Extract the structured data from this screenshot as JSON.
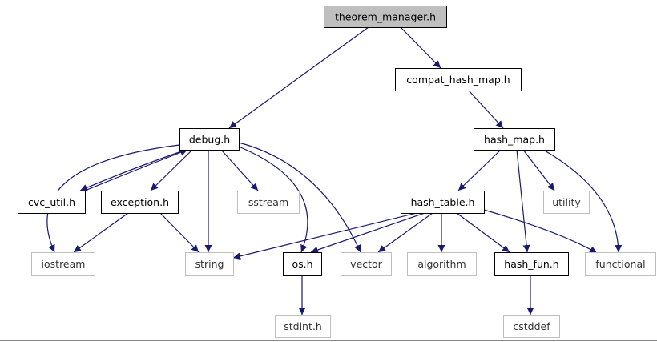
{
  "diagram": {
    "kind": "include-dependency-graph",
    "colors": {
      "root_fill": "#bfbfbf",
      "internal_border": "#000000",
      "external_border": "#bfbfbf",
      "edge": "#191970"
    },
    "nodes": [
      {
        "id": "theorem_manager",
        "label": "theorem_manager.h",
        "type": "root"
      },
      {
        "id": "compat_hash_map",
        "label": "compat_hash_map.h",
        "type": "internal"
      },
      {
        "id": "debug",
        "label": "debug.h",
        "type": "internal"
      },
      {
        "id": "hash_map",
        "label": "hash_map.h",
        "type": "internal"
      },
      {
        "id": "cvc_util",
        "label": "cvc_util.h",
        "type": "internal"
      },
      {
        "id": "exception",
        "label": "exception.h",
        "type": "internal"
      },
      {
        "id": "sstream",
        "label": "sstream",
        "type": "external"
      },
      {
        "id": "hash_table",
        "label": "hash_table.h",
        "type": "internal"
      },
      {
        "id": "utility",
        "label": "utility",
        "type": "external"
      },
      {
        "id": "iostream",
        "label": "iostream",
        "type": "external"
      },
      {
        "id": "string",
        "label": "string",
        "type": "external"
      },
      {
        "id": "os",
        "label": "os.h",
        "type": "internal"
      },
      {
        "id": "vector",
        "label": "vector",
        "type": "external"
      },
      {
        "id": "algorithm",
        "label": "algorithm",
        "type": "external"
      },
      {
        "id": "hash_fun",
        "label": "hash_fun.h",
        "type": "internal"
      },
      {
        "id": "functional",
        "label": "functional",
        "type": "external"
      },
      {
        "id": "stdint",
        "label": "stdint.h",
        "type": "external"
      },
      {
        "id": "cstddef",
        "label": "cstddef",
        "type": "external"
      }
    ],
    "edges": [
      {
        "from": "theorem_manager",
        "to": "debug"
      },
      {
        "from": "theorem_manager",
        "to": "compat_hash_map"
      },
      {
        "from": "compat_hash_map",
        "to": "hash_map"
      },
      {
        "from": "debug",
        "to": "iostream"
      },
      {
        "from": "debug",
        "to": "cvc_util"
      },
      {
        "from": "cvc_util",
        "to": "debug"
      },
      {
        "from": "debug",
        "to": "exception"
      },
      {
        "from": "debug",
        "to": "string"
      },
      {
        "from": "debug",
        "to": "sstream"
      },
      {
        "from": "debug",
        "to": "os"
      },
      {
        "from": "debug",
        "to": "vector"
      },
      {
        "from": "exception",
        "to": "iostream"
      },
      {
        "from": "exception",
        "to": "string"
      },
      {
        "from": "hash_map",
        "to": "hash_table"
      },
      {
        "from": "hash_map",
        "to": "utility"
      },
      {
        "from": "hash_map",
        "to": "hash_fun"
      },
      {
        "from": "hash_map",
        "to": "functional"
      },
      {
        "from": "hash_table",
        "to": "string"
      },
      {
        "from": "hash_table",
        "to": "os"
      },
      {
        "from": "hash_table",
        "to": "vector"
      },
      {
        "from": "hash_table",
        "to": "algorithm"
      },
      {
        "from": "hash_table",
        "to": "hash_fun"
      },
      {
        "from": "hash_table",
        "to": "functional"
      },
      {
        "from": "os",
        "to": "stdint"
      },
      {
        "from": "hash_fun",
        "to": "cstddef"
      }
    ]
  }
}
